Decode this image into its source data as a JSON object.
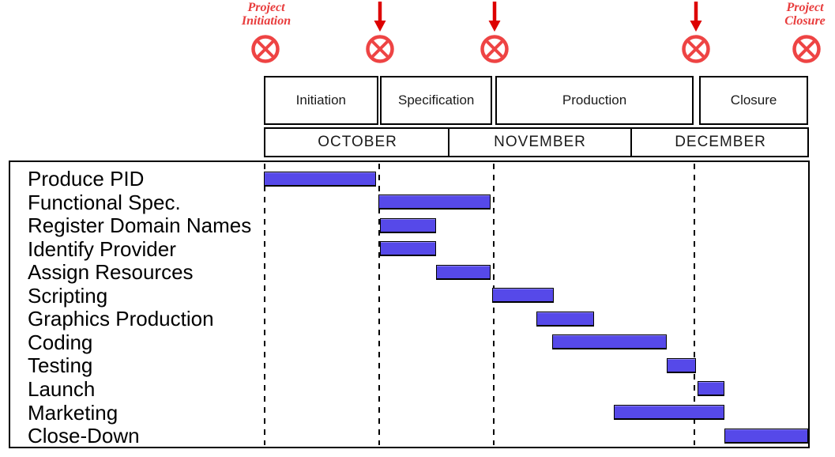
{
  "colors": {
    "bar": "#5649E9",
    "bar_border": "#000000",
    "red_symbol": "#EE4444",
    "red_arrow": "#DD0000",
    "red_text": "#E83C3C",
    "grid_line": "#000000"
  },
  "annotations": {
    "start": {
      "line1": "Project",
      "line2": "Initiation"
    },
    "end": {
      "line1": "Project",
      "line2": "Closure"
    }
  },
  "chart_data": {
    "type": "gantt",
    "title": "",
    "x_axis": {
      "unit": "months",
      "labels": [
        "OCTOBER",
        "NOVEMBER",
        "DECEMBER"
      ],
      "xlim": [
        0,
        3
      ]
    },
    "month_cells": [
      {
        "label": "OCTOBER",
        "start": 0.0,
        "end": 1.015
      },
      {
        "label": "NOVEMBER",
        "start": 1.015,
        "end": 2.02
      },
      {
        "label": "DECEMBER",
        "start": 2.02,
        "end": 3.005
      }
    ],
    "phase_header": [
      {
        "label": "Initiation",
        "start": 0.0,
        "end": 0.63
      },
      {
        "label": "Specification",
        "start": 0.64,
        "end": 1.26
      },
      {
        "label": "Production",
        "start": 1.275,
        "end": 2.37
      },
      {
        "label": "Closure",
        "start": 2.4,
        "end": 3.0
      }
    ],
    "tasks": [
      {
        "name": "Produce PID",
        "start": 0.0,
        "end": 0.62
      },
      {
        "name": "Functional Spec.",
        "start": 0.63,
        "end": 1.25
      },
      {
        "name": "Register Domain Names",
        "start": 0.64,
        "end": 0.95
      },
      {
        "name": "Identify Provider",
        "start": 0.64,
        "end": 0.95
      },
      {
        "name": "Assign Resources",
        "start": 0.95,
        "end": 1.25
      },
      {
        "name": "Scripting",
        "start": 1.26,
        "end": 1.6
      },
      {
        "name": "Graphics Production",
        "start": 1.5,
        "end": 1.82
      },
      {
        "name": "Coding",
        "start": 1.59,
        "end": 2.22
      },
      {
        "name": "Testing",
        "start": 2.22,
        "end": 2.38
      },
      {
        "name": "Launch",
        "start": 2.39,
        "end": 2.54
      },
      {
        "name": "Marketing",
        "start": 1.93,
        "end": 2.54
      },
      {
        "name": "Close-Down",
        "start": 2.54,
        "end": 3.0
      }
    ],
    "milestones": [
      {
        "t": 0.01,
        "arrow": false
      },
      {
        "t": 0.64,
        "arrow": true
      },
      {
        "t": 1.27,
        "arrow": true
      },
      {
        "t": 2.38,
        "arrow": true
      },
      {
        "t": 2.99,
        "arrow": false
      }
    ],
    "gridlines_t": [
      0.005,
      0.635,
      1.265,
      2.375
    ],
    "legend": "none",
    "grid": "dashed-vertical-at-phase-boundaries"
  }
}
